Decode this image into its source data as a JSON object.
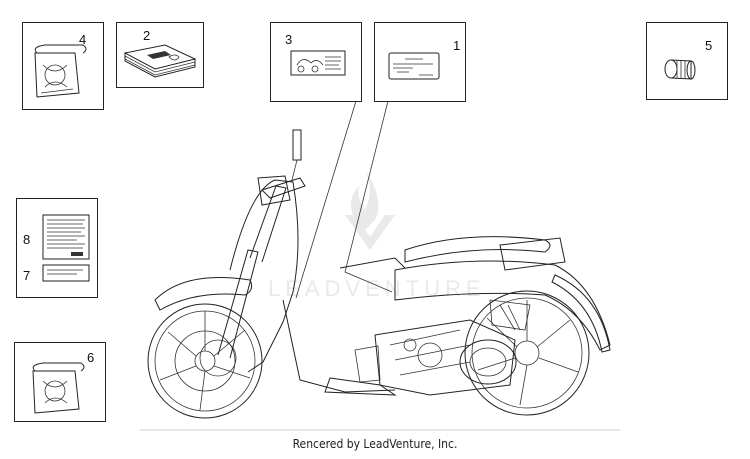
{
  "parts": [
    {
      "id": "box-4",
      "number": "4"
    },
    {
      "id": "box-2",
      "number": "2"
    },
    {
      "id": "box-3",
      "number": "3"
    },
    {
      "id": "box-1",
      "number": "1"
    },
    {
      "id": "box-5",
      "number": "5"
    },
    {
      "id": "box-8-7",
      "number_top": "8",
      "number_bottom": "7"
    },
    {
      "id": "box-6",
      "number": "6"
    }
  ],
  "credit": "Rencered by LeadVenture, Inc."
}
